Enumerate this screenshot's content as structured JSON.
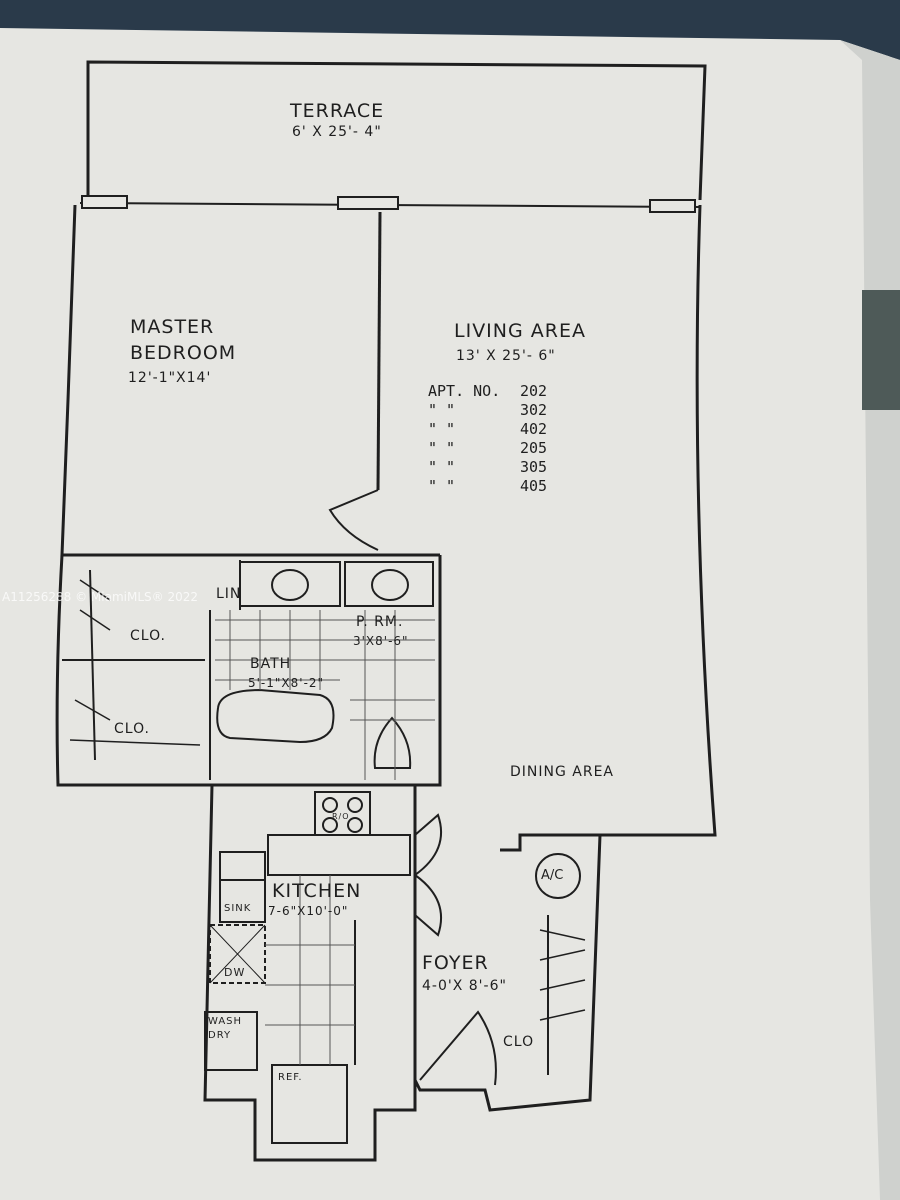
{
  "rooms": {
    "terrace": {
      "name": "TERRACE",
      "size": "6' X 25'- 4\""
    },
    "master_bedroom": {
      "name_line1": "MASTER",
      "name_line2": "BEDROOM",
      "size": "12'-1\"X14'"
    },
    "living_area": {
      "name": "LIVING AREA",
      "size": "13' X 25'- 6\""
    },
    "dining_area": {
      "name": "DINING AREA"
    },
    "linen": {
      "name": "LIN"
    },
    "closet_upper": {
      "name": "CLO."
    },
    "closet_lower": {
      "name": "CLO."
    },
    "bath": {
      "name": "BATH",
      "size": "5'-1\"X8'-2\""
    },
    "powder_room": {
      "name": "P. RM.",
      "size": "3'X8'-6\""
    },
    "kitchen": {
      "name": "KITCHEN",
      "size": "7-6\"X10'-0\""
    },
    "foyer": {
      "name": "FOYER",
      "size": "4-0'X 8'-6\""
    },
    "foyer_closet": {
      "name": "CLO"
    }
  },
  "fixtures": {
    "sink": "SINK",
    "dishwasher": "DW",
    "washer_line1": "WASH",
    "washer_line2": "DRY",
    "refrigerator": "REF.",
    "ac": "A/C",
    "range": "R/O"
  },
  "apartments": [
    {
      "label": "APT. NO.",
      "number": "202"
    },
    {
      "label": "\"      \"",
      "number": "302"
    },
    {
      "label": "\"      \"",
      "number": "402"
    },
    {
      "label": "\"      \"",
      "number": "205"
    },
    {
      "label": "\"      \"",
      "number": "305"
    },
    {
      "label": "\"      \"",
      "number": "405"
    }
  ],
  "watermark": "A11256288 © MiamiMLS® 2022",
  "colors": {
    "paper": "#e6e6e2",
    "ink": "#1f1f1f",
    "fabric": "#c9cbc8"
  }
}
